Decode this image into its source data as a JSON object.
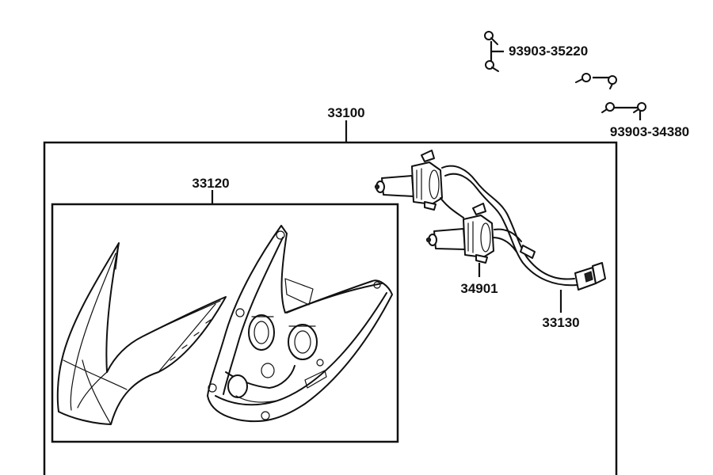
{
  "parts": {
    "assembly_label": "33100",
    "lens_label": "33120",
    "bulb_label": "34901",
    "harness_label": "33130",
    "screw_small_label": "93903-35220",
    "screw_tapping_label": "93903-34380"
  }
}
